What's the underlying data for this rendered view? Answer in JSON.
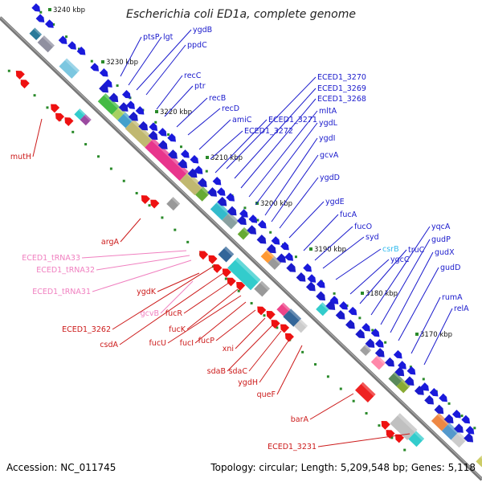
{
  "title": "Escherichia coli ED1a, complete genome",
  "footer": {
    "accession": "Accession: NC_011745",
    "summary": "Topology: circular; Length: 5,209,548 bp; Genes: 5,118"
  },
  "colors": {
    "forward_label": "#1a1acc",
    "reverse_label": "#cc1a1a",
    "trna_label": "#f080c0",
    "srna_label": "#33bbee",
    "kbp_tick": "#2a8a2a",
    "backbone": "#777777"
  },
  "kbp_ticks": [
    "3240 kbp",
    "3230 kbp",
    "3220 kbp",
    "3210 kbp",
    "3200 kbp",
    "3190 kbp",
    "3180 kbp",
    "3170 kbp"
  ],
  "forward_labels": [
    "ptsP",
    "lgt",
    "ygdB",
    "ppdC",
    "recC",
    "ptr",
    "recB",
    "recD",
    "amiC",
    "ECED1_3272",
    "ECED1_3271",
    "ECED1_3270",
    "ECED1_3269",
    "ECED1_3268",
    "mltA",
    "ygdL",
    "ygdI",
    "gcvA",
    "ygdD",
    "ygdE",
    "fucA",
    "fucO",
    "syd",
    "csrB",
    "ygcC",
    "truC",
    "yqcA",
    "gudP",
    "gudX",
    "gudD",
    "rumA",
    "relA"
  ],
  "reverse_labels": [
    "mutH",
    "argA",
    "ECED1_tRNA33",
    "ECED1_tRNA32",
    "ECED1_tRNA31",
    "ygdK",
    "gcvB",
    "ECED1_3262",
    "csdA",
    "fucR",
    "fucK",
    "fucU",
    "fucI",
    "fucP",
    "xni",
    "sdaB",
    "sdaC",
    "ygdH",
    "queF",
    "barA",
    "ECED1_3231"
  ]
}
